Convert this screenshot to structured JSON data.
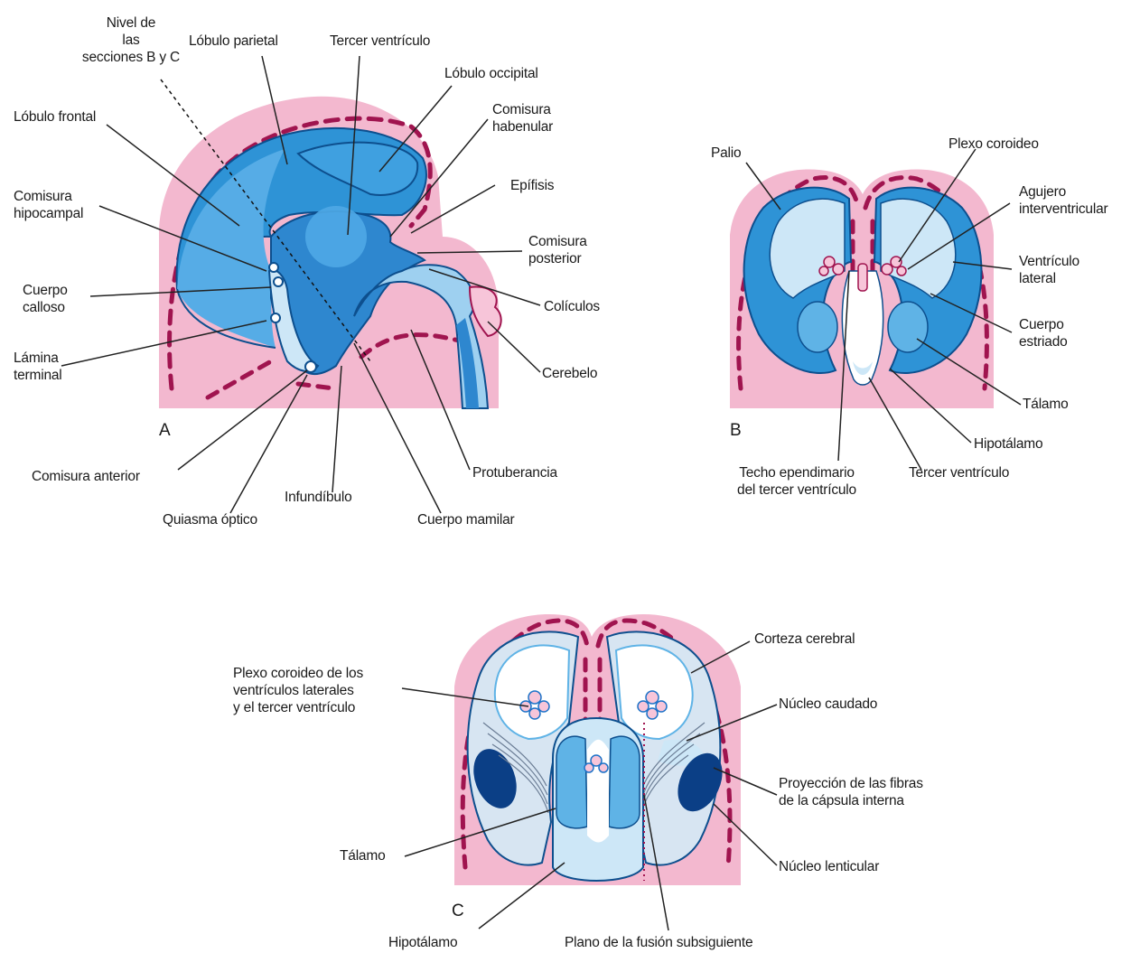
{
  "colors": {
    "tissue_pink": "#f3b8cf",
    "vessel_dashes": "#a0144f",
    "brain_blue": "#2e93d6",
    "light_blue": "#cde7f7",
    "mid_blue": "#5fb3e6",
    "dark_blue": "#0b3f86"
  },
  "panelA": {
    "letter": "A",
    "labels": {
      "nivel": "Nivel de\nlas\nsecciones B y C",
      "lobulo_parietal": "Lóbulo parietal",
      "tercer_ventriculo": "Tercer ventrículo",
      "lobulo_occipital": "Lóbulo occipital",
      "lobulo_frontal": "Lóbulo frontal",
      "comisura_habenular": "Comisura\nhabenular",
      "epifisis": "Epífisis",
      "comisura_hipocampal": "Comisura\nhipocampal",
      "comisura_posterior": "Comisura\nposterior",
      "cuerpo_calloso": "Cuerpo\ncalloso",
      "coliculos": "Colículos",
      "lamina_terminal": "Lámina\nterminal",
      "cerebelo": "Cerebelo",
      "comisura_anterior": "Comisura anterior",
      "protuberancia": "Protuberancia",
      "infundibulo": "Infundíbulo",
      "quiasma_optico": "Quiasma óptico",
      "cuerpo_mamilar": "Cuerpo mamilar"
    }
  },
  "panelB": {
    "letter": "B",
    "labels": {
      "palio": "Palio",
      "plexo_coroideo": "Plexo coroideo",
      "agujero": "Agujero\ninterventricular",
      "ventriculo_lateral": "Ventrículo\nlateral",
      "cuerpo_estriado": "Cuerpo\nestriado",
      "talamo": "Tálamo",
      "hipotalamo": "Hipotálamo",
      "techo": "Techo ependimario\ndel tercer ventrículo",
      "tercer_ventriculo": "Tercer ventrículo"
    }
  },
  "panelC": {
    "letter": "C",
    "labels": {
      "corteza": "Corteza cerebral",
      "plexo": "Plexo coroideo de los\nventrículos laterales\ny el tercer ventrículo",
      "caudado": "Núcleo caudado",
      "proyeccion": "Proyección de las fibras\nde la cápsula interna",
      "talamo": "Tálamo",
      "lenticular": "Núcleo lenticular",
      "hipotalamo": "Hipotálamo",
      "plano": "Plano de la fusión subsiguiente"
    }
  }
}
